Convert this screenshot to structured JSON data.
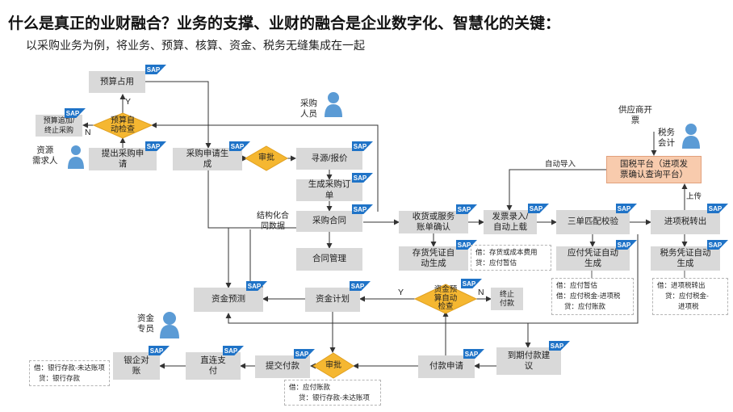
{
  "title": "什么是真正的业财融合？业务的支撑、业财的融合是企业数字化、智慧化的关键：",
  "subtitle": "以采购业务为例，将业务、预算、核算、资金、税务无缝集成在一起",
  "sap_logo": "SAP",
  "actors": {
    "requester": "资源\n需求人",
    "buyer": "采购\n人员",
    "tax_accountant": "税务\n会计",
    "treasury": "资金\n专员",
    "supplier_invoice": "供应商开\n票"
  },
  "boxes": {
    "budget_occupy": "预算占用",
    "budget_stop": "预算追加/\n终止采购",
    "submit_request": "提出采购申\n请",
    "request_generate": "采购申请生\n成",
    "sourcing": "寻源/报价",
    "generate_po": "生成采购订\n单",
    "contract": "采购合同",
    "contract_mgmt": "合同管理",
    "receipt_confirm": "收货或服务\n账单确认",
    "inventory_voucher": "存货凭证自\n动生成",
    "invoice_entry": "发票录入/\n自动上载",
    "three_way_match": "三单匹配校验",
    "payable_voucher": "应付凭证自动\n生成",
    "tax_platform": "国税平台（进项发\n票确认查询平台）",
    "input_tax_transfer": "进项税转出",
    "tax_voucher": "税务凭证自动\n生成",
    "fund_forecast": "资金预测",
    "fund_plan": "资金计划",
    "stop_payment": "终止\n付款",
    "due_payment": "到期付款建\n议",
    "payment_request": "付款申请",
    "submit_payment": "提交付款",
    "direct_pay": "直连支\n付",
    "bank_reconcile": "银企对\n账"
  },
  "diamonds": {
    "budget_check": "预算自\n动检查",
    "approval1": "审批",
    "fund_budget_check": "资金预\n算自动\n检查",
    "approval2": "审批"
  },
  "labels": {
    "yes1": "Y",
    "no1": "N",
    "yes2": "Y",
    "no2": "N",
    "auto_import": "自动导入",
    "upload": "上传",
    "structured_contract": "结构化合\n同数据"
  },
  "notes": {
    "inventory_debit": "借：存货或成本费用",
    "inventory_credit": "贷：应付暂估",
    "payable_line1": "借：应付暂估",
    "payable_line2": "借：应付税金-进项税",
    "payable_line3": "贷：应付账款",
    "tax_line1": "借：进项税转出",
    "tax_line2": "贷：应付税金-",
    "tax_line3": "进项税",
    "bank_debit": "借：银行存款-未达账项",
    "bank_credit": "贷：银行存款",
    "payment_debit": "借：应付账款",
    "payment_credit": "贷：银行存款-未达账项"
  },
  "colors": {
    "box_fill": "#d9d9d9",
    "diamond_fill": "#f5b731",
    "orange_fill": "#f8cbad",
    "sap_blue": "#1f73c7",
    "person_blue": "#5b9bd5"
  }
}
